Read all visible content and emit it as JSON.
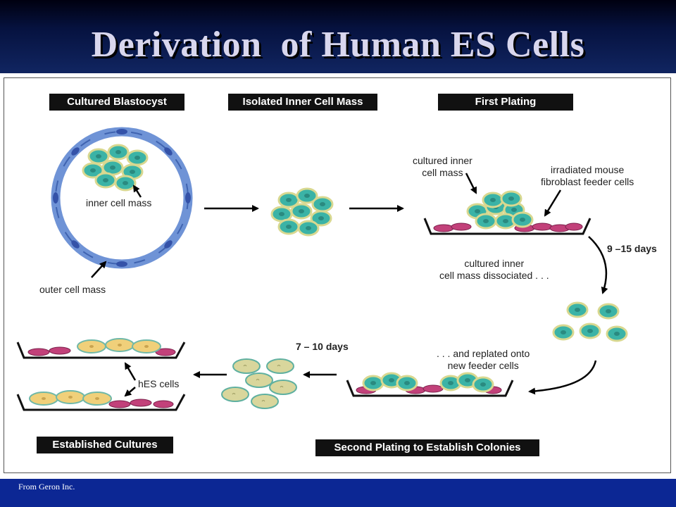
{
  "title": "Derivation  of Human ES Cells",
  "footer": "From Geron Inc.",
  "diagram": {
    "boxes": {
      "cultured_blastocyst": "Cultured Blastocyst",
      "isolated_icm": "Isolated Inner Cell Mass",
      "first_plating": "First Plating",
      "established_cultures": "Established Cultures",
      "second_plating": "Second Plating to Establish Colonies"
    },
    "labels": {
      "inner_cell_mass": "inner cell mass",
      "outer_cell_mass": "outer cell mass",
      "cultured_icm": "cultured inner\ncell mass",
      "feeder_cells": "irradiated mouse\nfibroblast feeder cells",
      "days_9_15": "9 –15 days",
      "dissociated": "cultured inner\ncell mass dissociated . . .",
      "replated": ". . . and replated onto\nnew feeder cells",
      "days_7_10": "7 – 10 days",
      "hes_cells": "hES cells"
    }
  },
  "colors": {
    "slide_background": "#0f1f5c",
    "title_text": "#d9d7ee",
    "footer_bar": "#0c2794",
    "icm_cell": "#3bb3a6",
    "icm_outline": "#d8d890",
    "trophoblast": "#6f93d6",
    "feeder": "#c2417a",
    "hes_cell": "#f0d07a"
  }
}
